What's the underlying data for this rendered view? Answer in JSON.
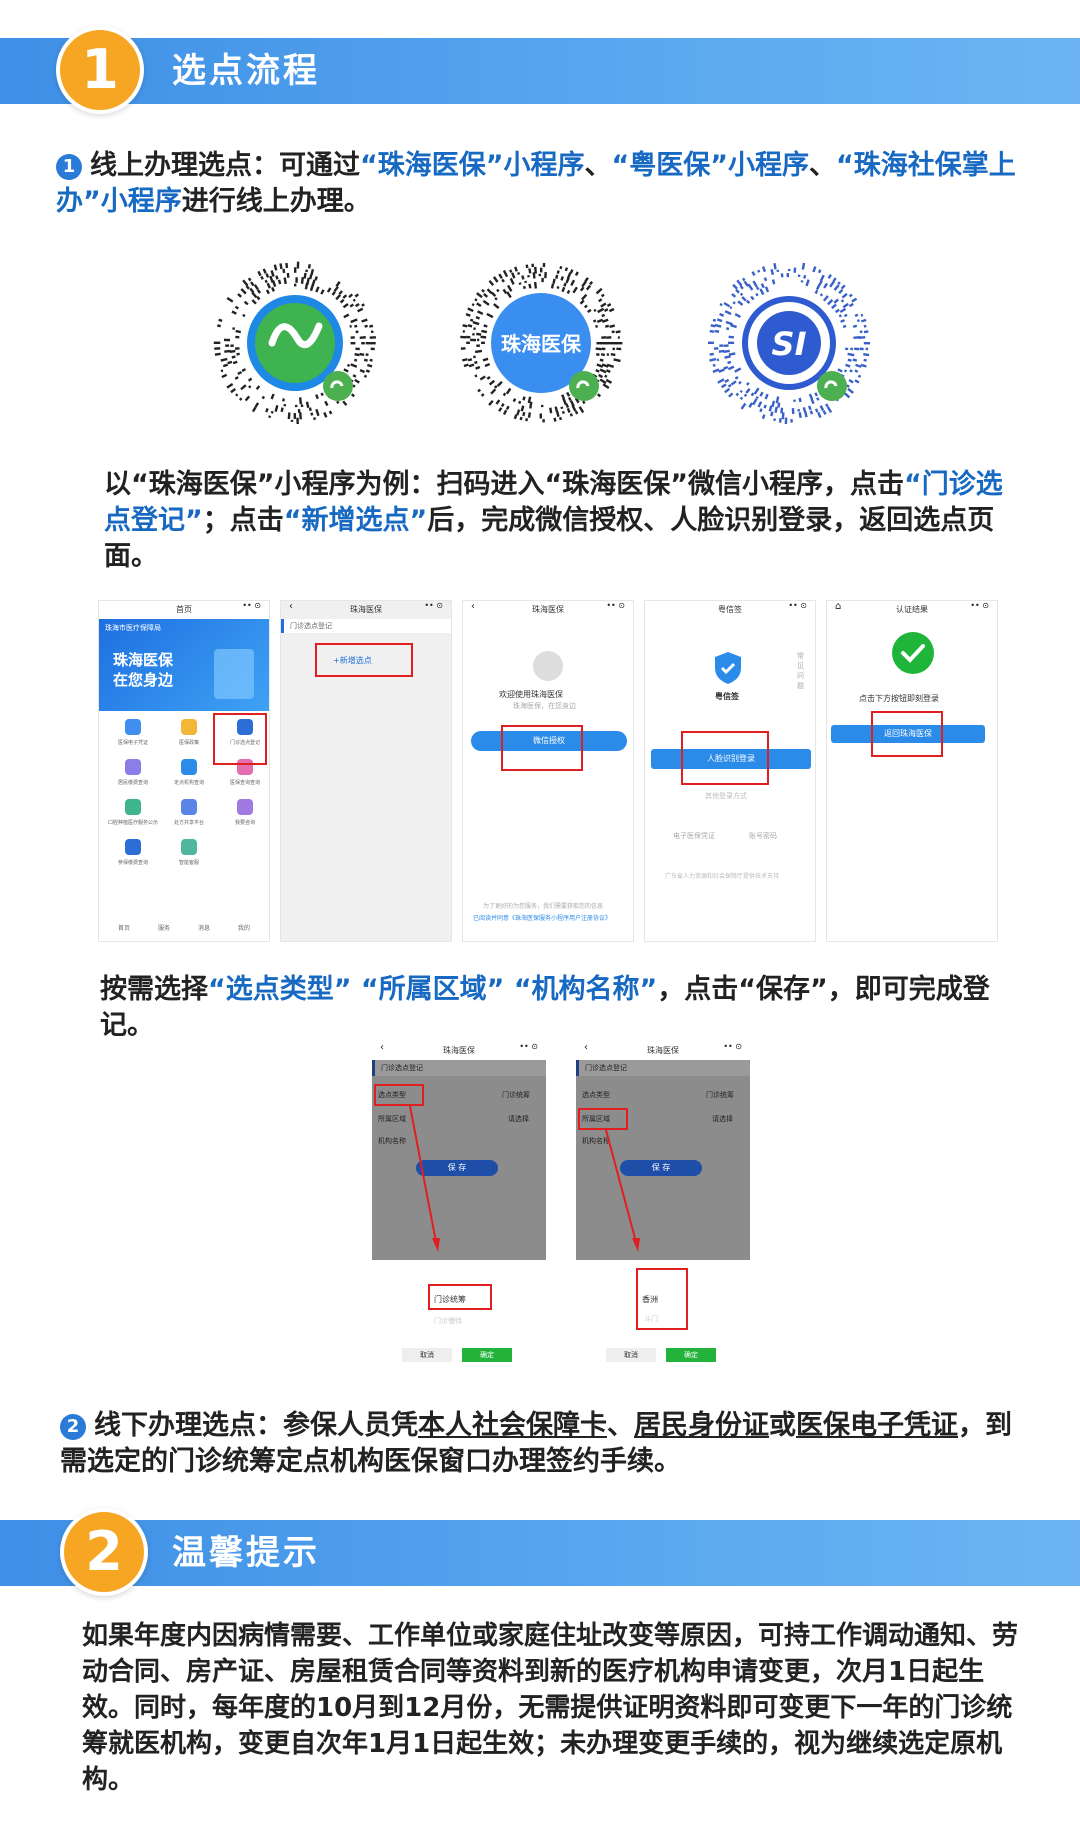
{
  "section1": {
    "number": "1",
    "title": "选点流程"
  },
  "section2": {
    "number": "2",
    "title": "温馨提示"
  },
  "online": {
    "bullet": "1",
    "p1": "线上办理选点：可通过",
    "b1": "“珠海医保”小程序",
    "s1": "、",
    "b2": "“粤医保”小程序",
    "s2": "、",
    "b3": "“珠海社保掌上办”小程序",
    "p2": "进行线上办理。"
  },
  "qr_codes": [
    {
      "name": "yue-yibao-qr",
      "label": ""
    },
    {
      "name": "zhuhai-yibao-qr",
      "label": "珠海医保"
    },
    {
      "name": "zhuhai-shebao-qr",
      "label": "SI"
    }
  ],
  "example": {
    "p1": "以“珠海医保”小程序为例：扫码进入“珠海医保”微信小程序，点击",
    "b1": "“门诊选点登记”",
    "p2": "；点击",
    "b2": "“新增选点”",
    "p3": "后，完成微信授权、人脸识别登录，返回选点页面。"
  },
  "screens": {
    "s1": {
      "title": "首页",
      "header": "珠海市医疗保障局",
      "banner1": "珠海医保",
      "banner2": "在您身边",
      "items": [
        "医保电子凭证",
        "医保政策",
        "门诊选点登记",
        "居民缴费查询",
        "定点机构查询",
        "医保查询查询",
        "口腔种植医疗服务公示",
        "处方共享平台",
        "我要咨询",
        "参保缴费查询",
        "智能客服"
      ],
      "tabs": [
        "首页",
        "服务",
        "消息",
        "我的"
      ]
    },
    "s2": {
      "title": "珠海医保",
      "section": "门诊选点登记",
      "button": "+新增选点"
    },
    "s3": {
      "title": "珠海医保",
      "welcome": "欢迎使用珠海医保",
      "sub": "珠海医保，在您身边",
      "button": "微信授权",
      "foot1": "为了更好的为您服务，我们需要获取您的信息",
      "foot2": "已阅读并同意《珠海医保服务小程序用户注册协议》"
    },
    "s4": {
      "title": "粤信签",
      "app": "粤信签",
      "button": "人脸识别登录",
      "side": "常见问题",
      "or": "其他登录方式",
      "opt1": "电子医保凭证",
      "opt2": "账号密码",
      "foot": "广东省人力资源和社会保障厅提供技术支持"
    },
    "s5": {
      "title": "认证结果",
      "text": "点击下方按钮即刻登录",
      "button": "返回珠海医保"
    }
  },
  "select": {
    "p1": "按需选择",
    "b1": "“选点类型”",
    "b2": "“所属区域”",
    "b3": "“机构名称”",
    "p2": "，点击“保存”，即可完成登记。"
  },
  "forms": {
    "f1": {
      "title": "珠海医保",
      "header": "门诊选点登记",
      "row1": "选点类型",
      "row1v": "门诊统筹",
      "row2": "所属区域",
      "row2v": "请选择",
      "row3": "机构名称",
      "save": "保 存",
      "picked": "门诊统筹",
      "picked2": "门诊慢特",
      "cancel": "取消",
      "ok": "确定"
    },
    "f2": {
      "title": "珠海医保",
      "header": "门诊选点登记",
      "row1": "选点类型",
      "row1v": "门诊统筹",
      "row2": "所属区域",
      "row2v": "请选择",
      "row3": "机构名称",
      "save": "保 存",
      "picked": "香洲",
      "picked2": "斗门",
      "cancel": "取消",
      "ok": "确定"
    }
  },
  "offline": {
    "bullet": "2",
    "p1": "线下办理选点：参保人员凭",
    "u1": "本人社会保障卡",
    "s1": "、",
    "u2": "居民身份证",
    "s2": "或",
    "u3": "医保电子凭证",
    "p2": "，到需选定的门诊统筹定点机构医保窗口办理签约手续。"
  },
  "tips": {
    "text": "如果年度内因病情需要、工作单位或家庭住址改变等原因，可持工作调动通知、劳动合同、房产证、房屋租赁合同等资料到新的医疗机构申请变更，次月1日起生效。同时，每年度的10月到12月份，无需提供证明资料即可变更下一年的门诊统筹就医机构，变更自次年1月1日起生效；未办理变更手续的，视为继续选定原机构。"
  },
  "colors": {
    "banner": "#4a9be8",
    "badge": "#f6a623",
    "accent": "#1769c2",
    "highlight": "#e02020"
  }
}
